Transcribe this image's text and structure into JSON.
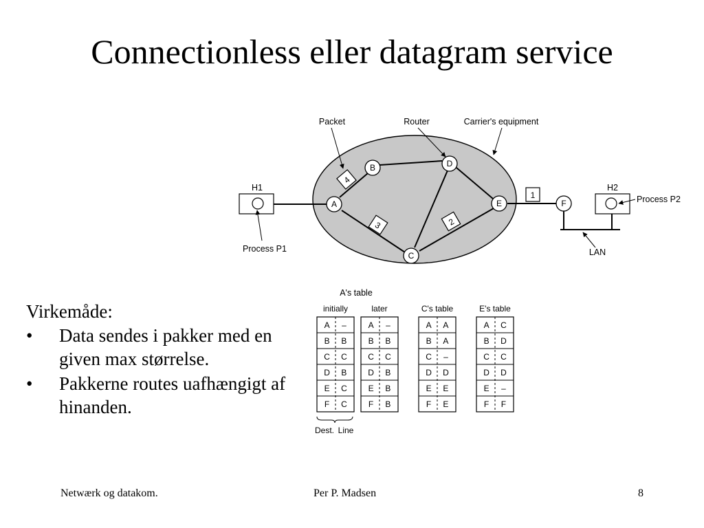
{
  "title": "Connectionless eller datagram service",
  "diagram": {
    "callouts": {
      "packet": "Packet",
      "router": "Router",
      "carrier": "Carrier's equipment",
      "process_p1": "Process P1",
      "process_p2": "Process P2",
      "lan": "LAN"
    },
    "hosts": [
      "H1",
      "H2"
    ],
    "routers": [
      "A",
      "B",
      "C",
      "D",
      "E",
      "F"
    ],
    "packets": [
      "1",
      "2",
      "3",
      "4"
    ]
  },
  "tables": {
    "group_title": "A's table",
    "legend": {
      "dest": "Dest.",
      "line": "Line"
    },
    "list": [
      {
        "header": "initially",
        "rows": [
          [
            "A",
            "–"
          ],
          [
            "B",
            "B"
          ],
          [
            "C",
            "C"
          ],
          [
            "D",
            "B"
          ],
          [
            "E",
            "C"
          ],
          [
            "F",
            "C"
          ]
        ]
      },
      {
        "header": "later",
        "rows": [
          [
            "A",
            "–"
          ],
          [
            "B",
            "B"
          ],
          [
            "C",
            "C"
          ],
          [
            "D",
            "B"
          ],
          [
            "E",
            "B"
          ],
          [
            "F",
            "B"
          ]
        ]
      },
      {
        "header": "C's table",
        "rows": [
          [
            "A",
            "A"
          ],
          [
            "B",
            "A"
          ],
          [
            "C",
            "–"
          ],
          [
            "D",
            "D"
          ],
          [
            "E",
            "E"
          ],
          [
            "F",
            "E"
          ]
        ]
      },
      {
        "header": "E's table",
        "rows": [
          [
            "A",
            "C"
          ],
          [
            "B",
            "D"
          ],
          [
            "C",
            "C"
          ],
          [
            "D",
            "D"
          ],
          [
            "E",
            "–"
          ],
          [
            "F",
            "F"
          ]
        ]
      }
    ]
  },
  "body": {
    "heading": "Virkemåde:",
    "bullet_symbol": "•",
    "bullets": [
      "Data sendes i pakker med en given max størrelse.",
      "Pakkerne routes uafhængigt af hinanden."
    ]
  },
  "footer": {
    "left": "Netwærk og datakom.",
    "center": "Per P. Madsen",
    "right": "8"
  }
}
